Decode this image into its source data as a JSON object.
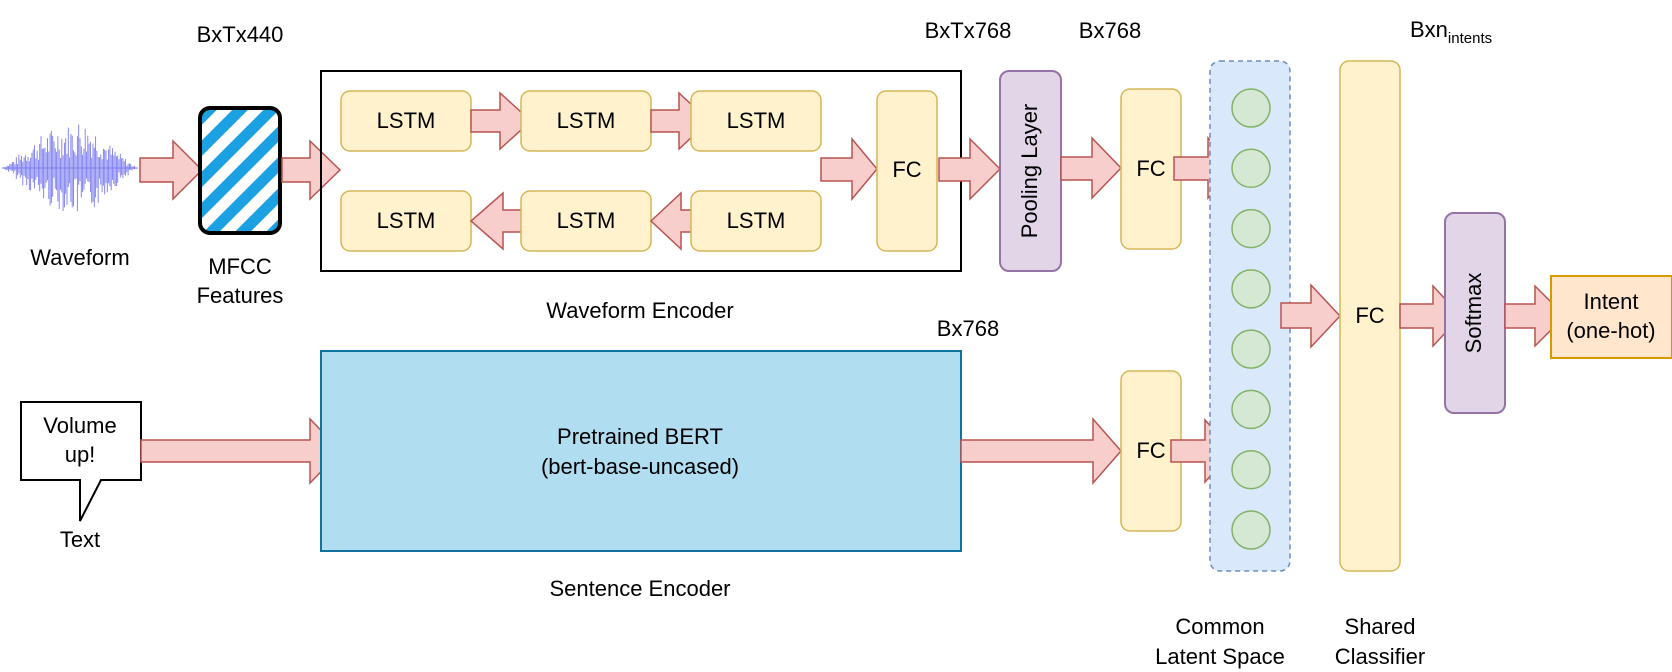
{
  "labels": {
    "waveform": "Waveform",
    "mfcc_line1": "MFCC",
    "mfcc_line2": "Features",
    "dim_bxtx440": "BxTx440",
    "dim_bxtx768": "BxTx768",
    "dim_bx768_top": "Bx768",
    "dim_bx768_bottom": "Bx768",
    "dim_bxn": "Bxn",
    "dim_bxn_sub": "intents",
    "lstm": "LSTM",
    "fc": "FC",
    "pooling": "Pooling Layer",
    "waveform_encoder": "Waveform Encoder",
    "bert_line1": "Pretrained BERT",
    "bert_line2": "(bert-base-uncased)",
    "sentence_encoder": "Sentence Encoder",
    "speech_line1": "Volume",
    "speech_line2": "up!",
    "text": "Text",
    "latent_line1": "Common",
    "latent_line2": "Latent Space",
    "classifier_line1": "Shared",
    "classifier_line2": "Classifier",
    "softmax": "Softmax",
    "intent_line1": "Intent",
    "intent_line2": "(one-hot)"
  },
  "latent_units": 8,
  "colors": {
    "bert_fill": "#b1ddf0",
    "bert_stroke": "#10739e",
    "latent_fill": "#dae8fc",
    "latent_stroke": "#6c8ebf",
    "mfcc_stripe": "#1ba1e2",
    "waveform": "#7b7bf0"
  }
}
